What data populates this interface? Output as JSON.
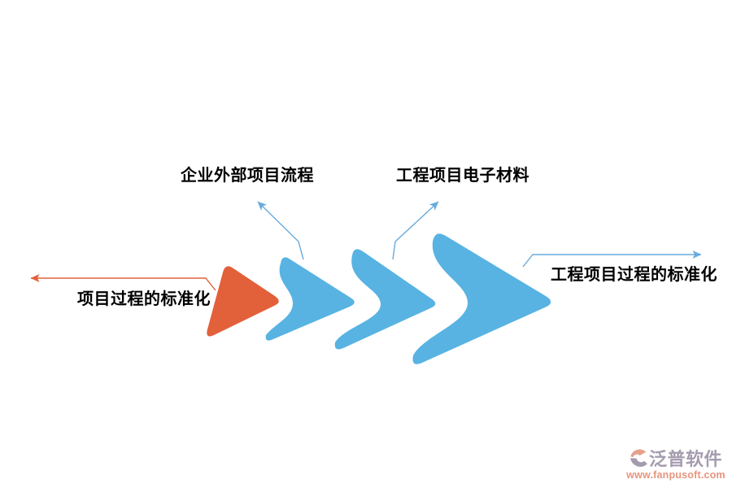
{
  "diagram": {
    "type": "process-chevron-flow",
    "callouts": {
      "top_left": {
        "text": "企业外部项目流程"
      },
      "top_right": {
        "text": "工程项目电子材料"
      },
      "left": {
        "text": "项目过程的标准化"
      },
      "right": {
        "text": "工程项目过程的标准化"
      }
    },
    "steps": [
      {
        "shape": "rounded-triangle",
        "color_key": "orange"
      },
      {
        "shape": "chevron",
        "color_key": "blue"
      },
      {
        "shape": "chevron",
        "color_key": "blue"
      },
      {
        "shape": "chevron",
        "color_key": "blue"
      }
    ],
    "colors": {
      "orange": "#e2603a",
      "blue": "#58b3e2",
      "callout_blue": "#68abde",
      "callout_orange": "#e2603a",
      "label_text": "#000000"
    }
  },
  "watermark": {
    "brand": "泛普软件",
    "url": "www.fanpusoft.com",
    "brand_color": "#a49cae",
    "url_color": "#e8947d",
    "icon": "swirl-ring-icon",
    "icon_top_color": "#e5a28e",
    "icon_bottom_color": "#a49cae"
  }
}
